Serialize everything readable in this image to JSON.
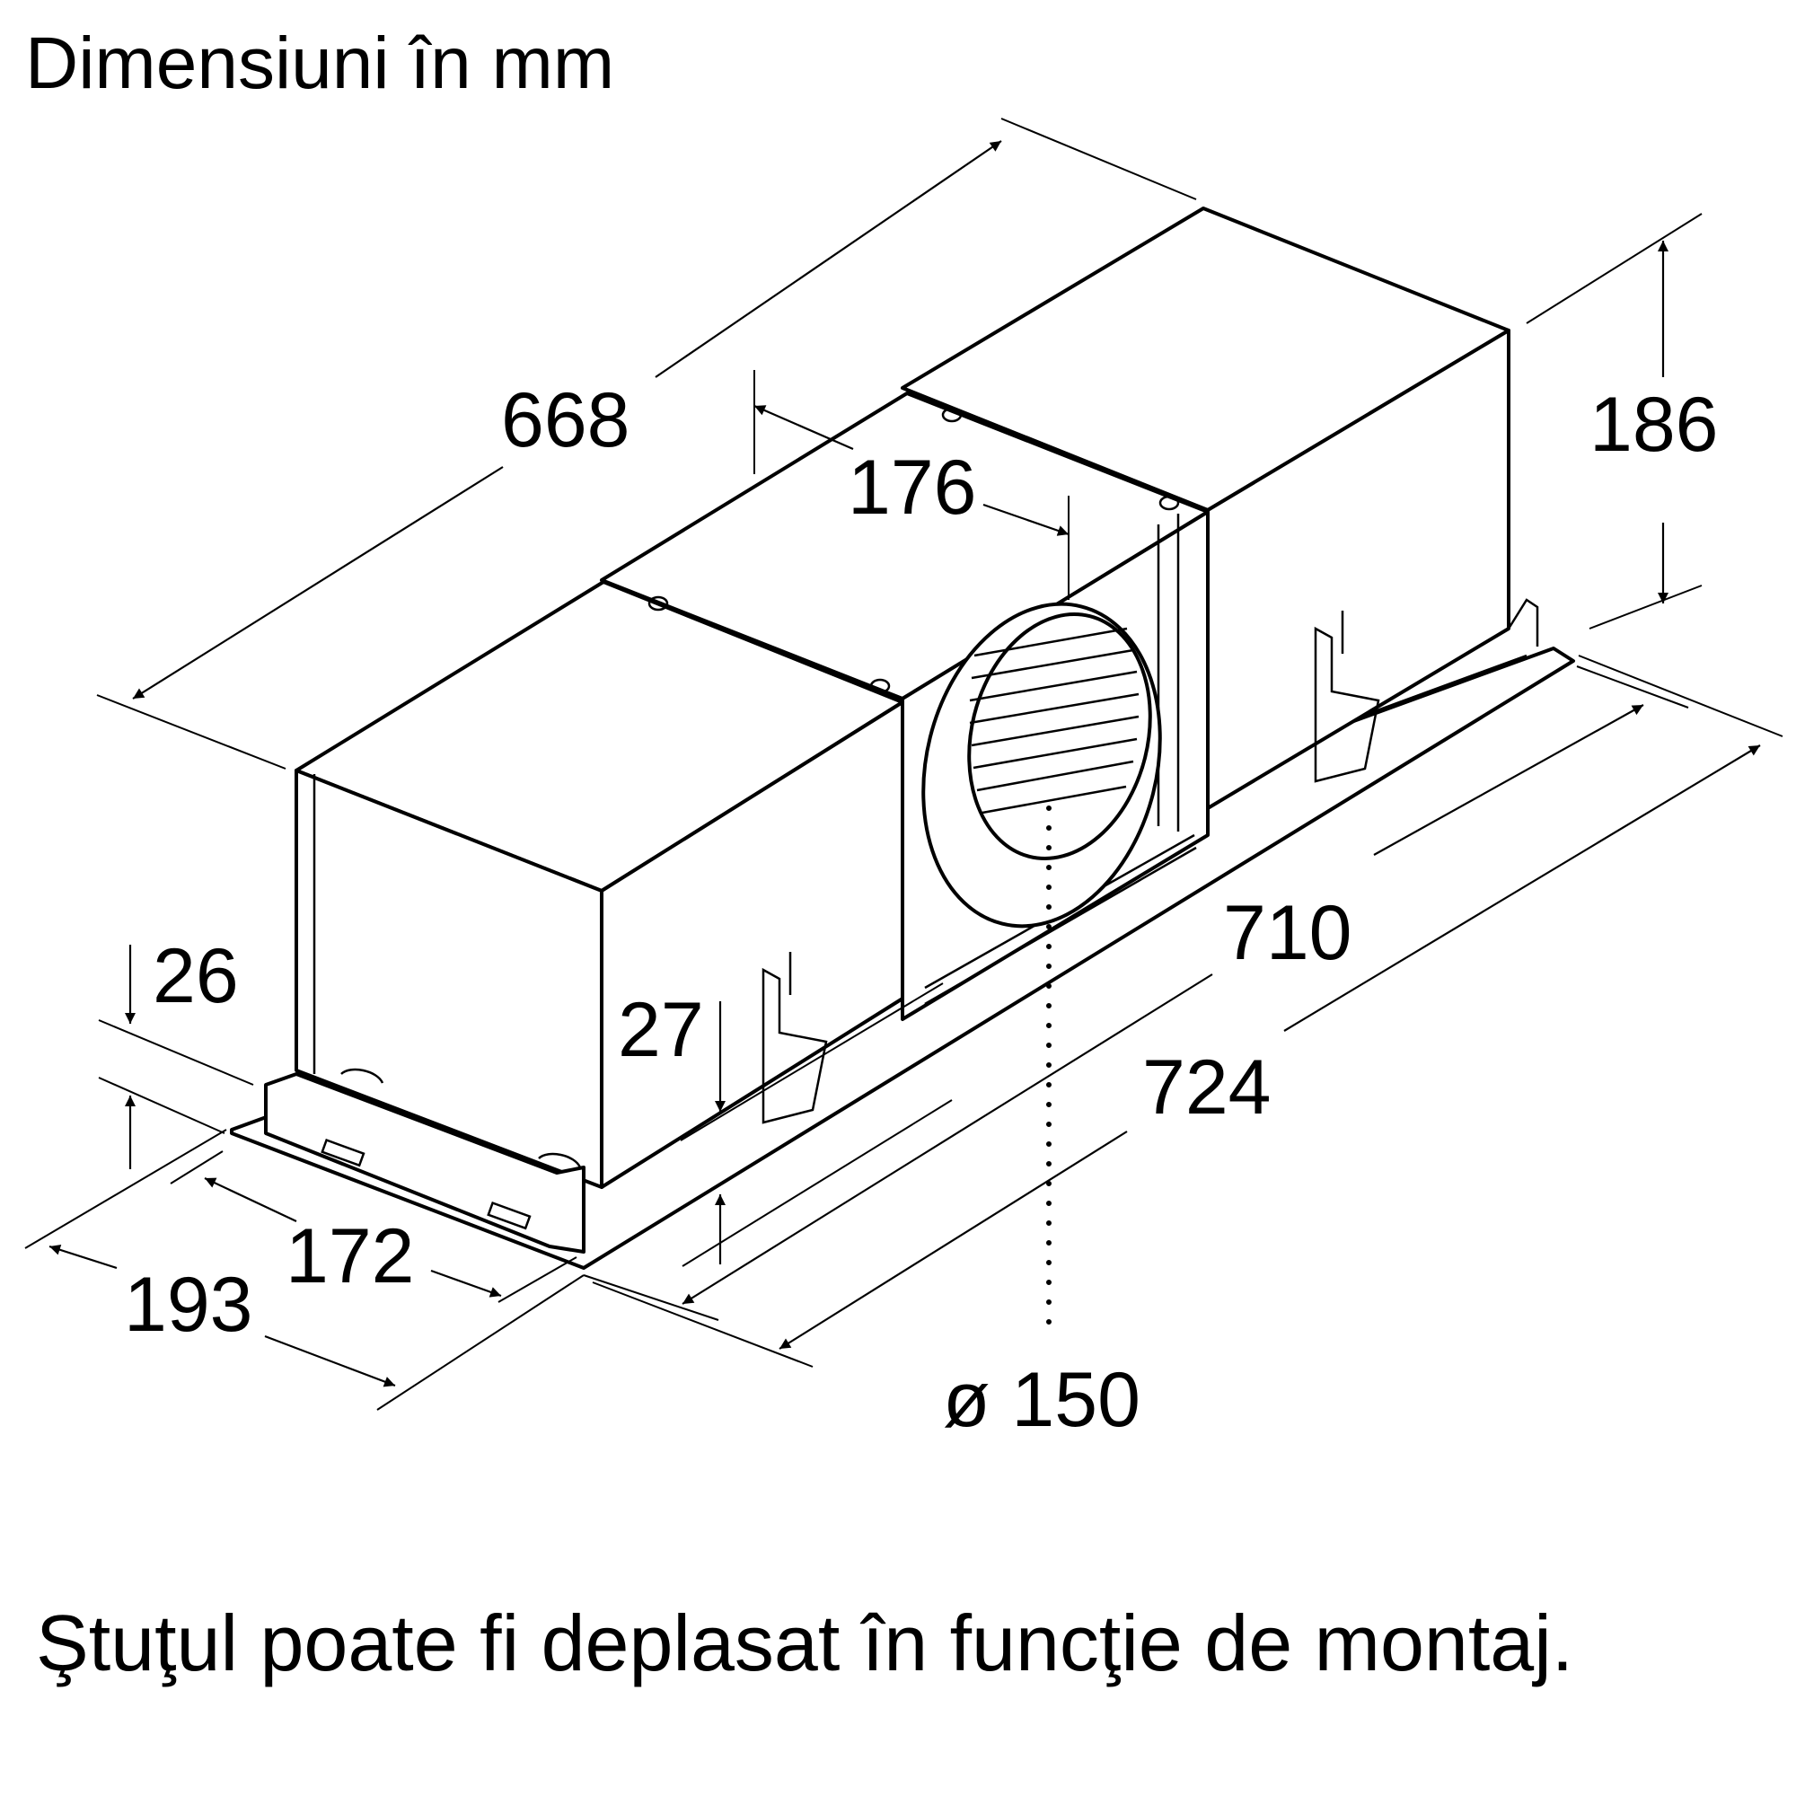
{
  "title": "Dimensiuni în mm",
  "note": "Ştuţul poate fi deplasat în funcţie de montaj.",
  "dimensions": {
    "d668": "668",
    "d176": "176",
    "d186": "186",
    "d710": "710",
    "d724": "724",
    "d26": "26",
    "d27": "27",
    "d172": "172",
    "d193": "193",
    "d150": "ø 150"
  }
}
